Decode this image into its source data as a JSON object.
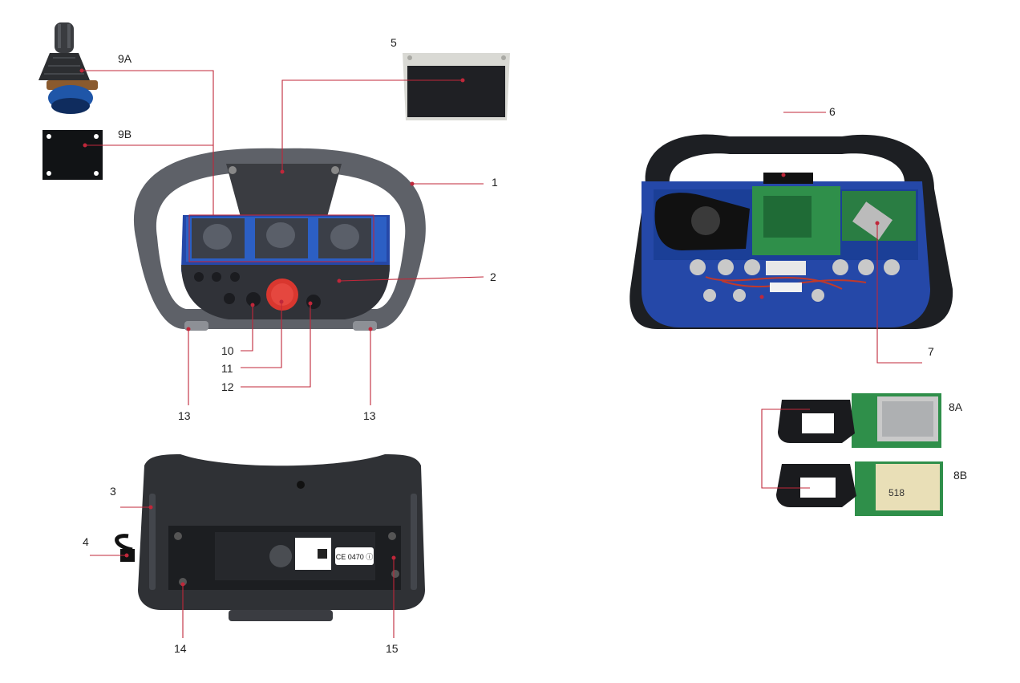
{
  "labels": {
    "l1": "1",
    "l2": "2",
    "l3": "3",
    "l4": "4",
    "l5": "5",
    "l6": "6",
    "l7": "7",
    "l8a": "8A",
    "l8b": "8B",
    "l9a": "9A",
    "l9b": "9B",
    "l10": "10",
    "l11": "11",
    "l12": "12",
    "l13a": "13",
    "l13b": "13",
    "l14": "14",
    "l15": "15"
  },
  "colors": {
    "leader": "#c0273a",
    "body_blue": "#2548a8",
    "housing_dark": "#2f3135",
    "housing_grey": "#6e7178",
    "stop_red": "#d9372f",
    "pcb_green": "#2f8f4a"
  },
  "parts": {
    "joystick_icon": "joystick",
    "cover_plate_icon": "cover-plate",
    "lid_icon": "lid",
    "controller_front_icon": "controller-front",
    "controller_back_icon": "controller-back",
    "controller_inside_icon": "controller-inside",
    "radio_module_a_icon": "radio-module",
    "radio_module_b_icon": "radio-module"
  },
  "sticker": {
    "ce_mark": "CE 0470 ⓘ"
  }
}
